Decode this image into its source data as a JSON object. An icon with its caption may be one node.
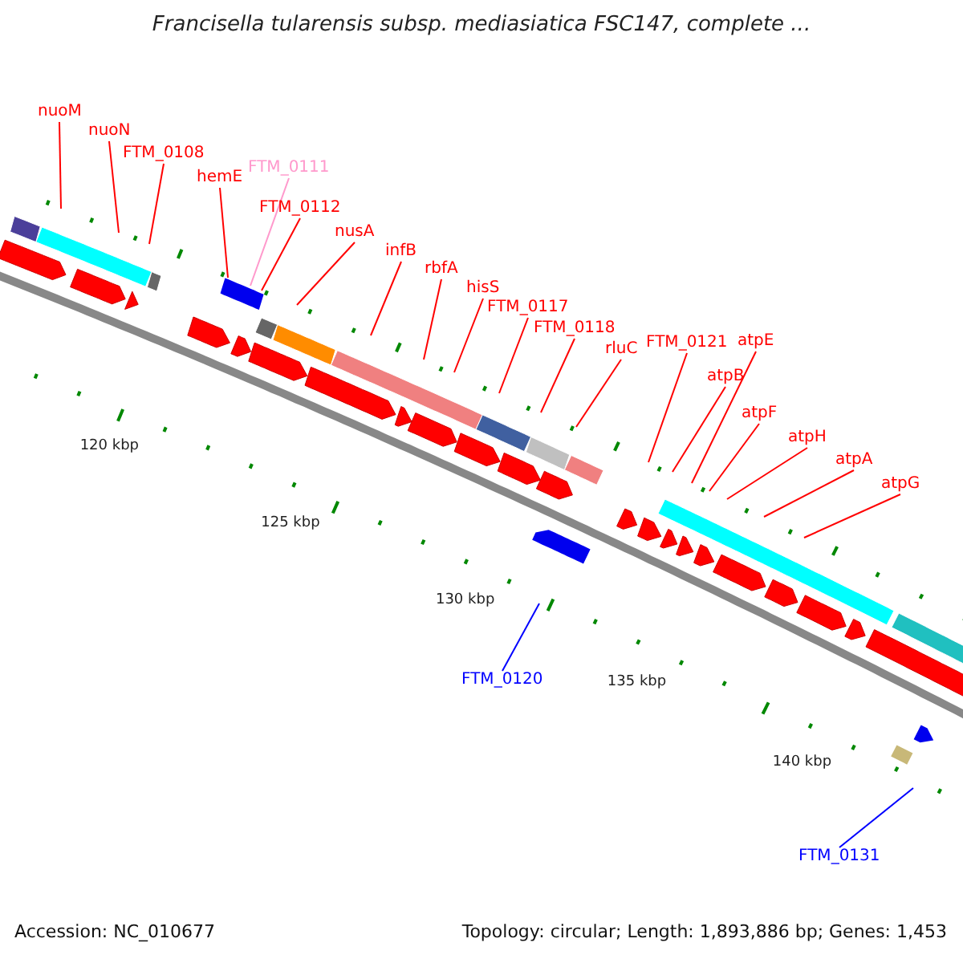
{
  "diagram": {
    "title": "Francisella tularensis subsp. mediasiatica FSC147, complete ...",
    "nodes": [
      {
        "text": [
          "nuoM"
        ]
      },
      {
        "text": [
          "nuoN"
        ]
      },
      {
        "text": [
          "FTM_0108"
        ]
      },
      {
        "text": [
          "hemE"
        ]
      },
      {
        "text": [
          "FTM_0111"
        ]
      },
      {
        "text": [
          "FTM_0112"
        ]
      },
      {
        "text": [
          "nusA"
        ]
      },
      {
        "text": [
          "infB"
        ]
      },
      {
        "text": [
          "rbfA"
        ]
      },
      {
        "text": [
          "hisS"
        ]
      },
      {
        "text": [
          "FTM_0117"
        ]
      },
      {
        "text": [
          "FTM_0118"
        ]
      },
      {
        "text": [
          "rluC"
        ]
      },
      {
        "text": [
          "FTM_0121"
        ]
      },
      {
        "text": [
          "atpE"
        ]
      },
      {
        "text": [
          "atpB"
        ]
      },
      {
        "text": [
          "atpF"
        ]
      },
      {
        "text": [
          "atpH"
        ]
      },
      {
        "text": [
          "atpA"
        ]
      },
      {
        "text": [
          "atpG"
        ]
      },
      {
        "text": [
          "FTM_0120"
        ]
      },
      {
        "text": [
          "FTM_0131"
        ]
      }
    ],
    "edges": [
      {
        "from": 0,
        "to": null,
        "arrow": "none"
      },
      {
        "from": 1,
        "to": null,
        "arrow": "none"
      },
      {
        "from": 2,
        "to": null,
        "arrow": "none"
      },
      {
        "from": 3,
        "to": null,
        "arrow": "none"
      },
      {
        "from": 4,
        "to": null,
        "arrow": "none",
        "color": "#ff99cc"
      },
      {
        "from": 5,
        "to": null,
        "arrow": "none"
      },
      {
        "from": 6,
        "to": null,
        "arrow": "none"
      },
      {
        "from": 7,
        "to": null,
        "arrow": "none"
      },
      {
        "from": 8,
        "to": null,
        "arrow": "none"
      },
      {
        "from": 9,
        "to": null,
        "arrow": "none"
      },
      {
        "from": 10,
        "to": null,
        "arrow": "none"
      },
      {
        "from": 11,
        "to": null,
        "arrow": "none"
      },
      {
        "from": 12,
        "to": null,
        "arrow": "none"
      },
      {
        "from": 13,
        "to": null,
        "arrow": "none"
      },
      {
        "from": 14,
        "to": null,
        "arrow": "none"
      },
      {
        "from": 15,
        "to": null,
        "arrow": "none"
      },
      {
        "from": 16,
        "to": null,
        "arrow": "none"
      },
      {
        "from": 17,
        "to": null,
        "arrow": "none"
      },
      {
        "from": 18,
        "to": null,
        "arrow": "none"
      },
      {
        "from": 19,
        "to": null,
        "arrow": "none"
      },
      {
        "from": 20,
        "to": null,
        "arrow": "none",
        "color": "#0000ff"
      },
      {
        "from": 21,
        "to": null,
        "arrow": "none",
        "color": "#0000ff"
      }
    ],
    "labels": [
      "120 kbp",
      "125 kbp",
      "130 kbp",
      "135 kbp",
      "140 kbp",
      "Accession: NC_010677",
      "Topology: circular; Length: 1,893,886 bp; Genes: 1,453"
    ]
  }
}
